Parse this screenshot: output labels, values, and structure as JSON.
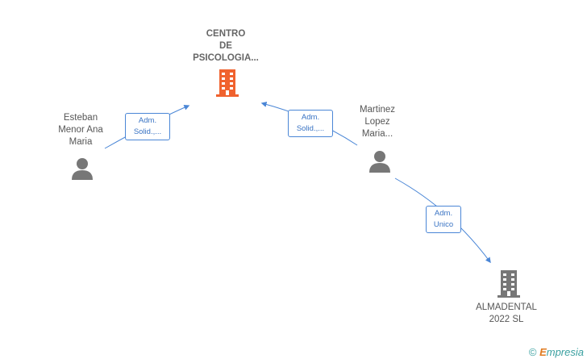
{
  "nodes": {
    "company_main": {
      "lines": [
        "CENTRO",
        "DE",
        "PSICOLOGIA..."
      ],
      "icon": "building-icon",
      "color": "#f0622e"
    },
    "person_esteban": {
      "lines": [
        "Esteban",
        "Menor Ana",
        "Maria"
      ],
      "icon": "person-icon",
      "color": "#777777"
    },
    "person_martinez": {
      "lines": [
        "Martinez",
        "Lopez",
        "Maria..."
      ],
      "icon": "person-icon",
      "color": "#777777"
    },
    "company_almadental": {
      "lines": [
        "ALMADENTAL",
        "2022 SL"
      ],
      "icon": "building-icon",
      "color": "#777777"
    }
  },
  "edges": {
    "esteban_to_main": {
      "lines": [
        "Adm.",
        "Solid.,..."
      ]
    },
    "martinez_to_main": {
      "lines": [
        "Adm.",
        "Solid.,..."
      ]
    },
    "martinez_to_almadental": {
      "lines": [
        "Adm.",
        "Unico"
      ]
    }
  },
  "brand": {
    "copyright": "©",
    "initial": "E",
    "rest": "mpresia"
  },
  "colors": {
    "edge": "#4a86d6"
  }
}
